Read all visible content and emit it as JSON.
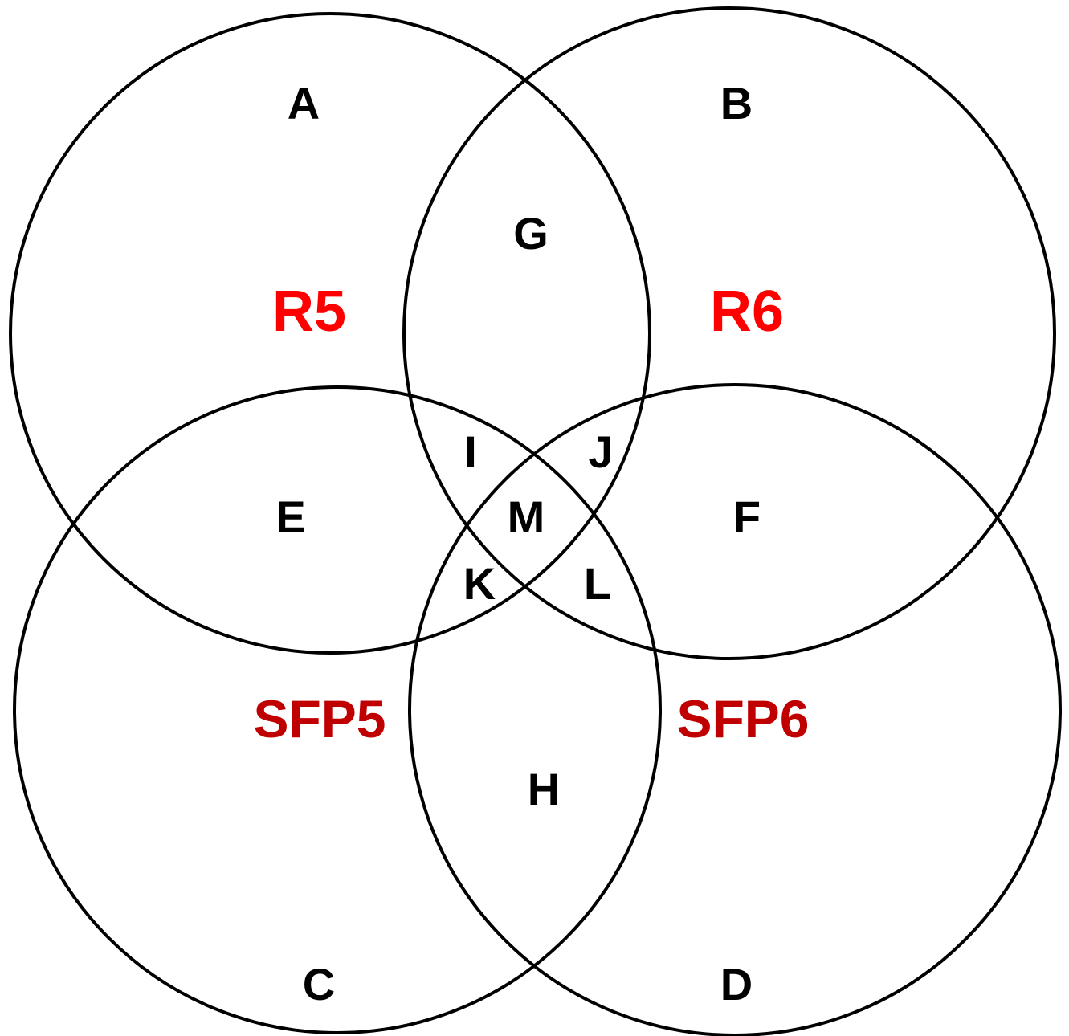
{
  "colors": {
    "circle_stroke": "#000000",
    "region_text": "#000000",
    "set_label_r": "#ff0000",
    "set_label_sfp": "#c00000",
    "background": "#ffffff"
  },
  "sets": {
    "r5": "R5",
    "r6": "R6",
    "sfp5": "SFP5",
    "sfp6": "SFP6"
  },
  "regions": {
    "a": "A",
    "b": "B",
    "c": "C",
    "d": "D",
    "e": "E",
    "f": "F",
    "g": "G",
    "h": "H",
    "i": "I",
    "j": "J",
    "k": "K",
    "l": "L",
    "m": "M"
  }
}
